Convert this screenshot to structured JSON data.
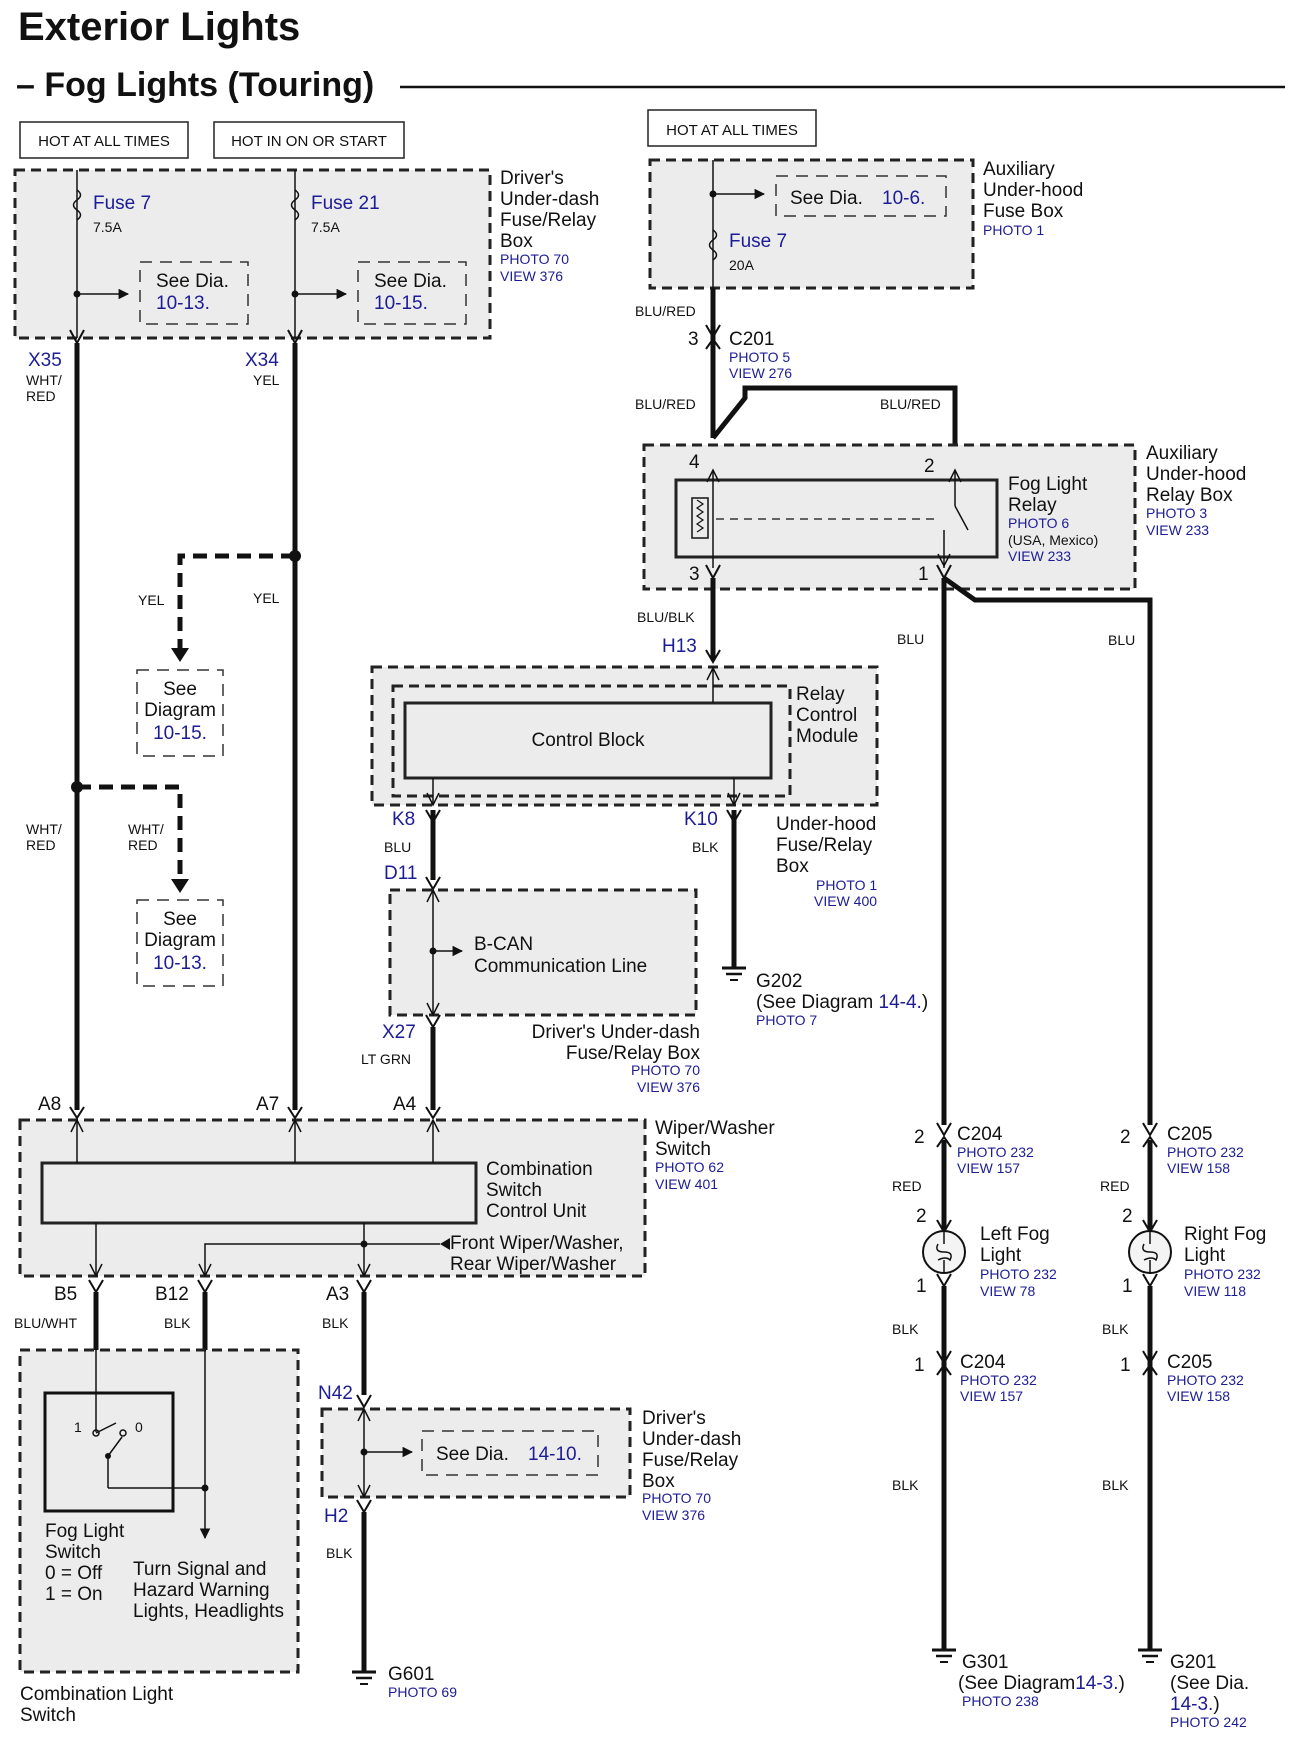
{
  "header": {
    "title": "Exterior Lights",
    "subtitle": "– Fog Lights (Touring)"
  },
  "power": {
    "hot_always_1": "HOT AT ALL TIMES",
    "hot_on_start": "HOT IN ON OR START",
    "hot_always_2": "HOT AT ALL TIMES"
  },
  "dash_box": {
    "name": "Driver's\nUnder-dash\nFuse/Relay\nBox",
    "photo": "PHOTO 70",
    "view": "VIEW 376",
    "fuse7_name": "Fuse 7",
    "fuse7_rating": "7.5A",
    "fuse21_name": "Fuse 21",
    "fuse21_rating": "7.5A",
    "see_a": "See  Dia.",
    "see_a_ref": "10-13.",
    "see_b": "See  Dia.",
    "see_b_ref": "10-15.",
    "term_x35": "X35",
    "term_x34": "X34"
  },
  "aux_fuse_box": {
    "name": "Auxiliary\nUnder-hood\nFuse Box",
    "photo": "PHOTO 1",
    "see": "See  Dia.",
    "see_ref": "10-6.",
    "fuse_name": "Fuse 7",
    "fuse_rating": "20A"
  },
  "c201": {
    "pin": "3",
    "name": "C201",
    "photo": "PHOTO 5",
    "view": "VIEW 276"
  },
  "relay_box": {
    "name": "Auxiliary\nUnder-hood\nRelay Box",
    "photo": "PHOTO 3",
    "view": "VIEW 233",
    "relay_name": "Fog Light\nRelay",
    "relay_photo": "PHOTO 6",
    "relay_note": "(USA, Mexico)",
    "relay_view": "VIEW 233",
    "pin4": "4",
    "pin2": "2",
    "pin3": "3",
    "pin1": "1"
  },
  "relay_module": {
    "h13": "H13",
    "name": "Relay\nControl\nModule",
    "control_block": "Control Block",
    "k8": "K8",
    "k10": "K10",
    "box_name": "Under-hood\nFuse/Relay\nBox",
    "photo": "PHOTO 1",
    "view": "VIEW 400"
  },
  "bcan": {
    "d11": "D11",
    "line": "B-CAN\nCommunication Line",
    "x27": "X27",
    "box_name": "Driver's Under-dash\nFuse/Relay Box",
    "photo": "PHOTO 70",
    "view": "VIEW 376"
  },
  "g202": {
    "name": "G202",
    "see": "(See Diagram",
    "ref": "14-4.",
    "close": ")",
    "photo": "PHOTO 7"
  },
  "see_diag": {
    "d1": "See\nDiagram",
    "d1_ref": "10-15.",
    "d2": "See\nDiagram",
    "d2_ref": "10-13."
  },
  "wires": {
    "wht_red_1": "WHT/\nRED",
    "yel_1": "YEL",
    "blu_red_1": "BLU/RED",
    "blu_red_2": "BLU/RED",
    "blu_red_3": "BLU/RED",
    "yel_branch": "YEL",
    "yel_main": "YEL",
    "blu_blk": "BLU/BLK",
    "blu_left": "BLU",
    "blu_right": "BLU",
    "wht_red_main": "WHT/\nRED",
    "wht_red_branch": "WHT/\nRED",
    "blu": "BLU",
    "blk_k10": "BLK",
    "lt_grn": "LT GRN",
    "blu_wht": "BLU/WHT",
    "blk_b12": "BLK",
    "blk_a3": "BLK",
    "blk_h2": "BLK",
    "red_left": "RED",
    "red_right": "RED",
    "blk_l1": "BLK",
    "blk_r1": "BLK",
    "blk_l2": "BLK",
    "blk_r2": "BLK"
  },
  "combo_switch": {
    "a8": "A8",
    "a7": "A7",
    "a4": "A4",
    "name": "Wiper/Washer\nSwitch",
    "photo": "PHOTO 62",
    "view": "VIEW 401",
    "control_unit": "Combination\nSwitch\nControl Unit",
    "front_wiper": "Front Wiper/Washer,\nRear Wiper/Washer",
    "b5": "B5",
    "b12": "B12",
    "a3": "A3"
  },
  "fog_switch": {
    "pos1": "1",
    "pos0": "0",
    "name": "Fog Light\nSwitch\n0 = Off\n1 = On",
    "turn": "Turn Signal and\nHazard Warning\nLights, Headlights",
    "assembly": "Combination Light\nSwitch"
  },
  "n42": {
    "n42": "N42",
    "h2": "H2",
    "see": "See  Dia.",
    "see_ref": "14-10.",
    "box_name": "Driver's\nUnder-dash\nFuse/Relay\nBox",
    "photo": "PHOTO 70",
    "view": "VIEW 376"
  },
  "g601": {
    "name": "G601",
    "photo": "PHOTO 69"
  },
  "left_fog": {
    "c204_pin": "2",
    "c204_name": "C204",
    "c204_photo": "PHOTO 232",
    "c204_view": "VIEW 157",
    "lamp_pin_top": "2",
    "lamp_pin_bottom": "1",
    "name": "Left Fog\nLight",
    "photo": "PHOTO 232",
    "view": "VIEW 78",
    "c204b_pin": "1",
    "c204b_name": "C204",
    "c204b_photo": "PHOTO 232",
    "c204b_view": "VIEW 157",
    "g301": "G301",
    "g301_see": "(See Diagram",
    "g301_ref": "14-3.",
    "g301_close": ")",
    "g301_photo": "PHOTO 238"
  },
  "right_fog": {
    "c205_pin": "2",
    "c205_name": "C205",
    "c205_photo": "PHOTO 232",
    "c205_view": "VIEW 158",
    "lamp_pin_top": "2",
    "lamp_pin_bottom": "1",
    "name": "Right Fog\nLight",
    "photo": "PHOTO 232",
    "view": "VIEW 118",
    "c205b_pin": "1",
    "c205b_name": "C205",
    "c205b_photo": "PHOTO 232",
    "c205b_view": "VIEW 158",
    "g201": "G201",
    "g201_see": "(See  Dia.",
    "g201_ref": "14-3.",
    "g201_close": ")",
    "g201_photo": "PHOTO 242"
  }
}
